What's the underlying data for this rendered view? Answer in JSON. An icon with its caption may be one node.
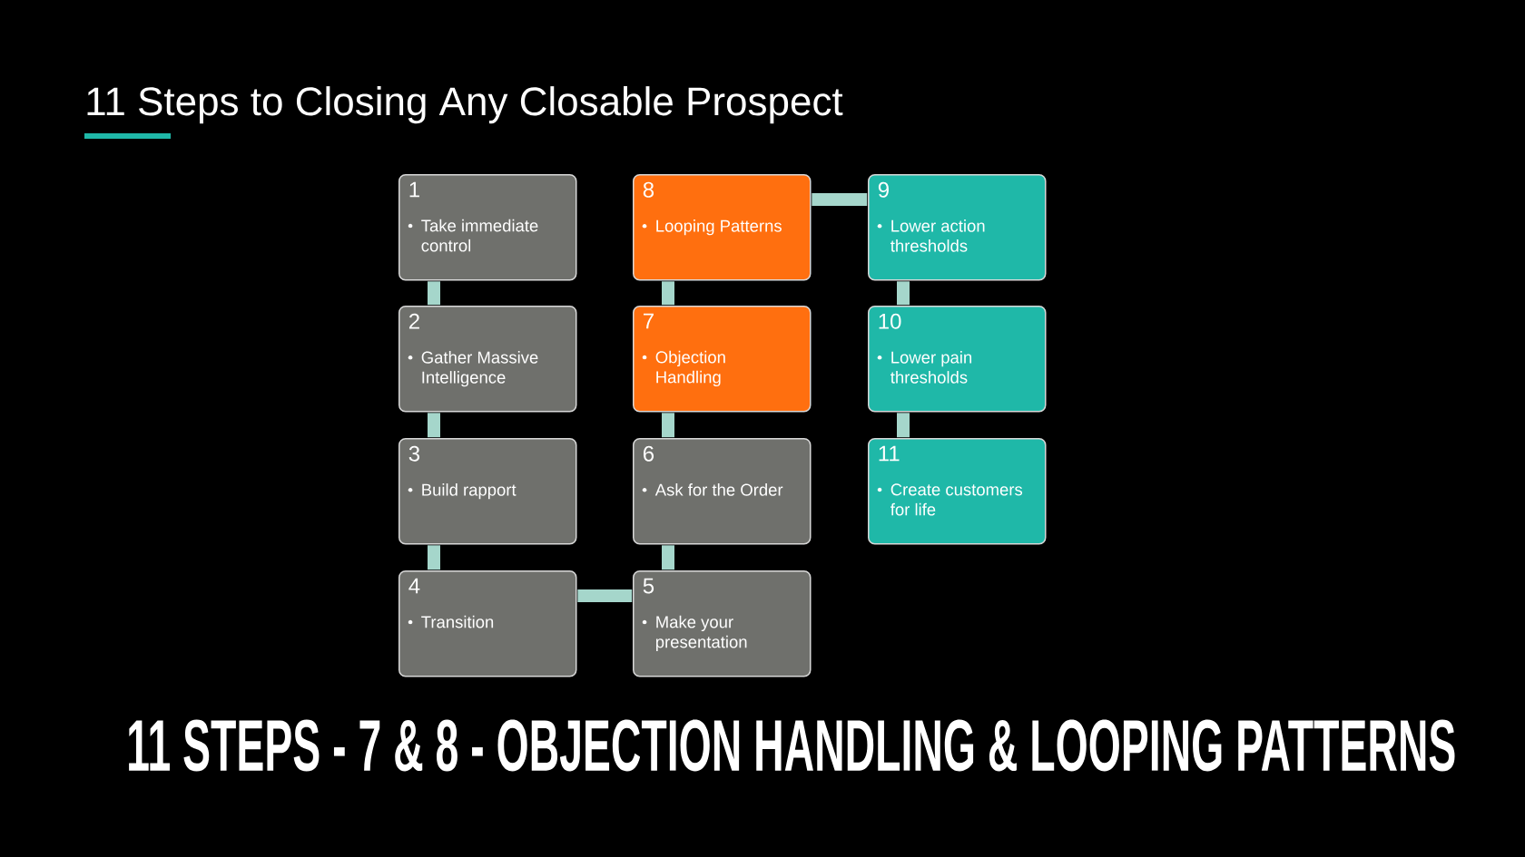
{
  "diagram": {
    "title": "11 Steps to Closing Any Closable Prospect",
    "nodes": [
      {
        "text": [
          "1",
          "Take immediate control"
        ]
      },
      {
        "text": [
          "2",
          "Gather Massive Intelligence"
        ]
      },
      {
        "text": [
          "3",
          "Build rapport"
        ]
      },
      {
        "text": [
          "4",
          "Transition"
        ]
      },
      {
        "text": [
          "5",
          "Make your presentation"
        ]
      },
      {
        "text": [
          "6",
          "Ask for the Order"
        ]
      },
      {
        "text": [
          "7",
          "Objection Handling"
        ]
      },
      {
        "text": [
          "8",
          "Looping Patterns"
        ]
      },
      {
        "text": [
          "9",
          "Lower action thresholds"
        ]
      },
      {
        "text": [
          "10",
          "Lower pain thresholds"
        ]
      },
      {
        "text": [
          "11",
          "Create customers for life"
        ]
      }
    ],
    "edges": [
      {
        "from": 0,
        "to": 1,
        "arrow": "none"
      },
      {
        "from": 1,
        "to": 2,
        "arrow": "none"
      },
      {
        "from": 2,
        "to": 3,
        "arrow": "none"
      },
      {
        "from": 3,
        "to": 4,
        "arrow": "none"
      },
      {
        "from": 4,
        "to": 5,
        "arrow": "none"
      },
      {
        "from": 5,
        "to": 6,
        "arrow": "none"
      },
      {
        "from": 6,
        "to": 7,
        "arrow": "none"
      },
      {
        "from": 7,
        "to": 8,
        "arrow": "none"
      },
      {
        "from": 8,
        "to": 9,
        "arrow": "none"
      },
      {
        "from": 9,
        "to": 10,
        "arrow": "none"
      }
    ],
    "labels": [
      "11 STEPS - 7 & 8 - OBJECTION HANDLING & LOOPING PATTERNS"
    ]
  }
}
